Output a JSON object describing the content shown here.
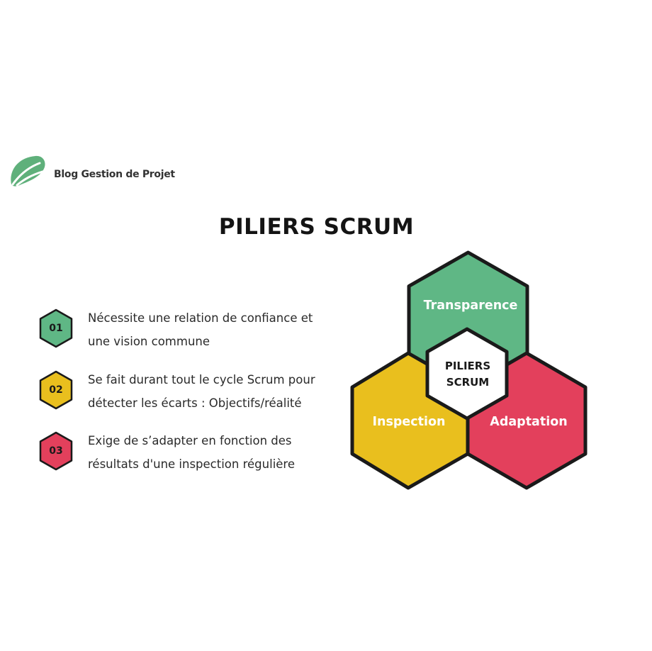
{
  "brand": {
    "name": "Blog Gestion de Projet",
    "logo_color": "#5fb07b"
  },
  "title": "PILIERS SCRUM",
  "colors": {
    "green": "#5fb785",
    "yellow": "#e9bf1e",
    "red": "#e3405c",
    "outline": "#1a1a1a"
  },
  "pillars": [
    {
      "number": "01",
      "color": "#5fb785",
      "text": "Nécessite une relation de confiance et une vision commune"
    },
    {
      "number": "02",
      "color": "#e9bf1e",
      "text": "Se fait durant tout le cycle Scrum pour détecter les écarts : Objectifs/réalité"
    },
    {
      "number": "03",
      "color": "#e3405c",
      "text": "Exige de s’adapter en fonction des résultats d'une inspection régulière"
    }
  ],
  "diagram": {
    "center_line1": "PILIERS",
    "center_line2": "SCRUM",
    "top_label": "Transparence",
    "left_label": "Inspection",
    "right_label": "Adaptation"
  }
}
